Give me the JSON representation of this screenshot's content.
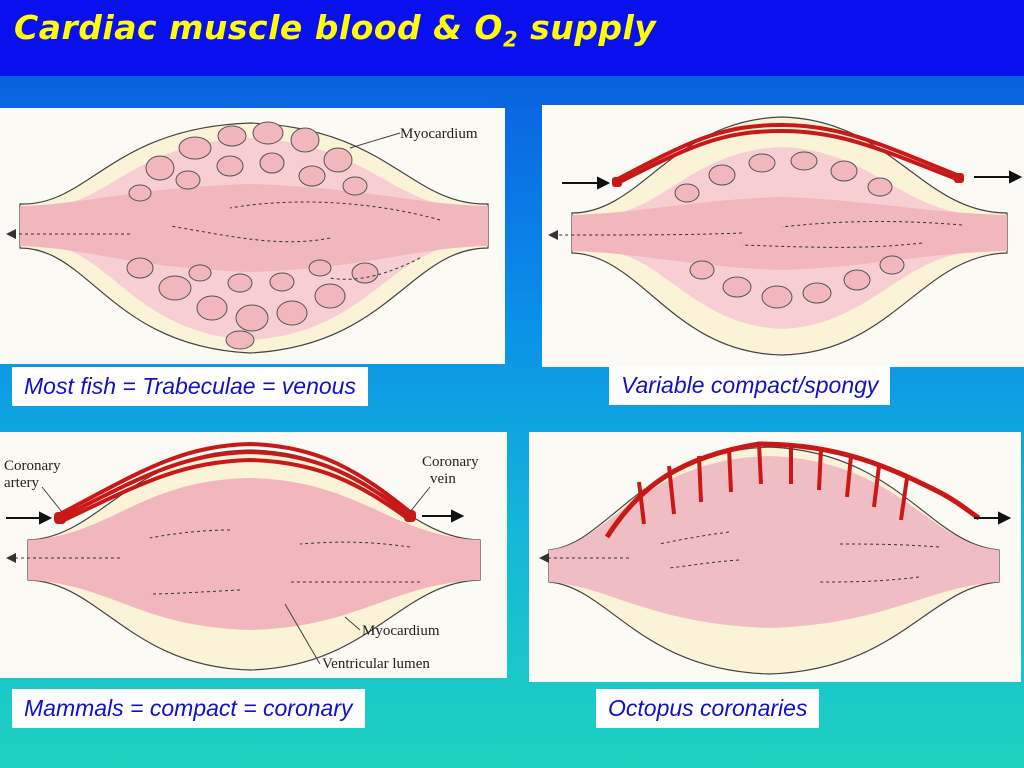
{
  "title": {
    "main": "Cardiac muscle blood & O",
    "subscript": "2",
    "tail": " supply"
  },
  "panels": {
    "fish": {
      "caption": "Most fish = Trabeculae = venous",
      "labels": {
        "myocardium": "Myocardium"
      }
    },
    "variable": {
      "caption": "Variable compact/spongy"
    },
    "mammals": {
      "caption": "Mammals = compact = coronary",
      "labels": {
        "coronary_artery_1": "Coronary",
        "coronary_artery_2": "artery",
        "coronary_vein_1": "Coronary",
        "coronary_vein_2": "vein",
        "myocardium": "Myocardium",
        "ventricular_lumen": "Ventricular lumen"
      }
    },
    "octopus": {
      "caption": "Octopus coronaries"
    }
  },
  "colors": {
    "title_bar": "#0a0ff0",
    "title_text": "#ffff00",
    "caption_text": "#1010c8",
    "lumen_pink": "#f2b6bd",
    "wall_cream": "#fbf3d8",
    "coronary_red": "#d42020"
  }
}
